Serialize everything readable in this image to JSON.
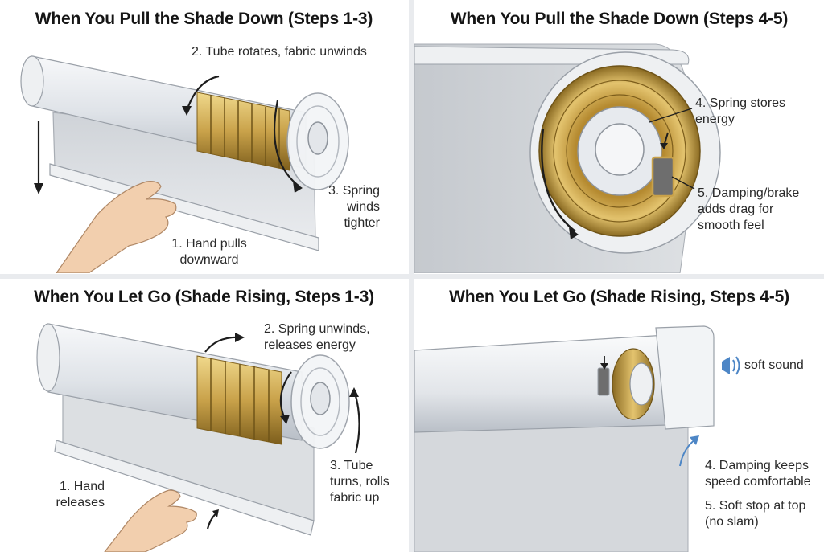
{
  "panels": [
    {
      "title": "When You Pull the Shade Down (Steps 1-3)",
      "labels": {
        "tube_rotates": "2. Tube rotates, fabric unwinds",
        "spring_winds": "3. Spring\nwinds\ntighter",
        "hand_pulls": "1. Hand pulls\ndownward"
      }
    },
    {
      "title": "When You Pull the Shade Down (Steps 4-5)",
      "labels": {
        "spring_stores": "4. Spring stores\nenergy",
        "damping_brake": "5. Damping/brake\nadds drag for\nsmooth feel"
      }
    },
    {
      "title": "When You Let Go (Shade Rising, Steps 1-3)",
      "labels": {
        "spring_unwinds": "2. Spring unwinds,\nreleases energy",
        "tube_turns": "3. Tube\nturns, rolls\nfabric up",
        "hand_releases": "1. Hand\nreleases"
      }
    },
    {
      "title": "When You Let Go (Shade Rising, Steps 4-5)",
      "labels": {
        "soft_sound": "soft sound",
        "damping_keeps": "4. Damping keeps\nspeed comfortable",
        "soft_stop": "5. Soft stop at top\n(no slam)"
      }
    }
  ],
  "colors": {
    "brass": "#c9a24a",
    "brass_dark": "#8a6a22",
    "tube": "#e4e7eb",
    "fabric": "#d9dcdf",
    "accent_blue": "#4d86c6"
  }
}
